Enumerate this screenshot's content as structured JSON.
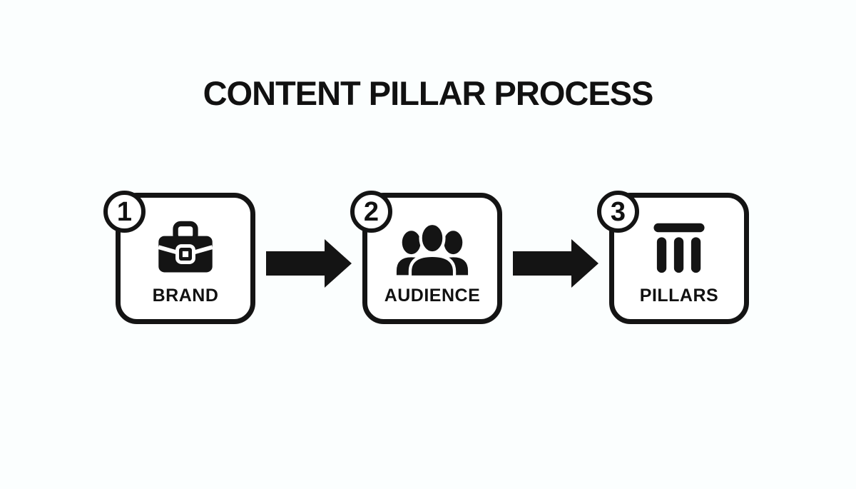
{
  "title": "CONTENT PILLAR PROCESS",
  "colors": {
    "background": "#fbfefe",
    "ink": "#111111",
    "box_fill": "#ffffff"
  },
  "steps": [
    {
      "number": "1",
      "label": "BRAND",
      "icon": "briefcase-icon"
    },
    {
      "number": "2",
      "label": "AUDIENCE",
      "icon": "audience-icon"
    },
    {
      "number": "3",
      "label": "PILLARS",
      "icon": "pillars-icon"
    }
  ],
  "connectors": [
    {
      "type": "arrow-right"
    },
    {
      "type": "arrow-right"
    }
  ]
}
